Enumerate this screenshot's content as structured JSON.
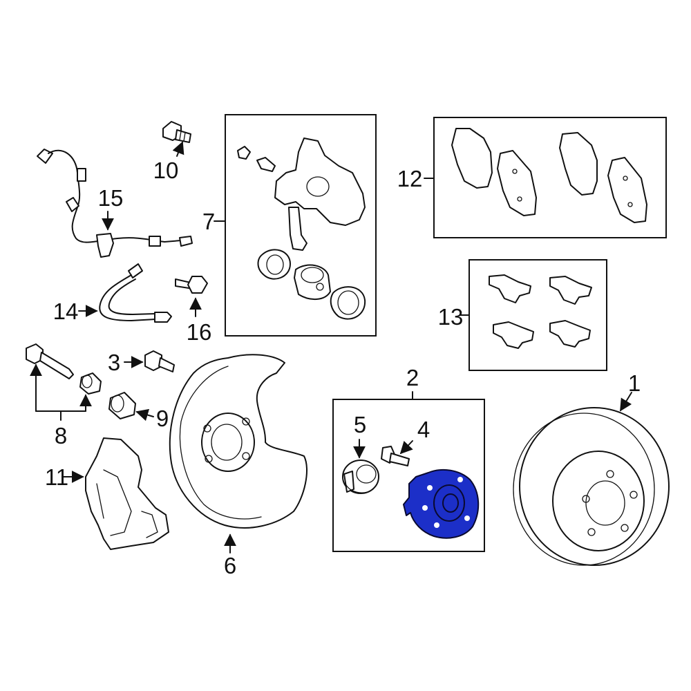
{
  "colors": {
    "ink": "#111111",
    "highlight": "#1c2fc8",
    "background": "#ffffff"
  },
  "callouts": [
    {
      "id": "1",
      "text": "1"
    },
    {
      "id": "2",
      "text": "2"
    },
    {
      "id": "3",
      "text": "3"
    },
    {
      "id": "4",
      "text": "4"
    },
    {
      "id": "5",
      "text": "5"
    },
    {
      "id": "6",
      "text": "6"
    },
    {
      "id": "7",
      "text": "7"
    },
    {
      "id": "8",
      "text": "8"
    },
    {
      "id": "9",
      "text": "9"
    },
    {
      "id": "10",
      "text": "10"
    },
    {
      "id": "11",
      "text": "11"
    },
    {
      "id": "12",
      "text": "12"
    },
    {
      "id": "13",
      "text": "13"
    },
    {
      "id": "14",
      "text": "14"
    },
    {
      "id": "15",
      "text": "15"
    },
    {
      "id": "16",
      "text": "16"
    }
  ],
  "highlighted_part": "4"
}
